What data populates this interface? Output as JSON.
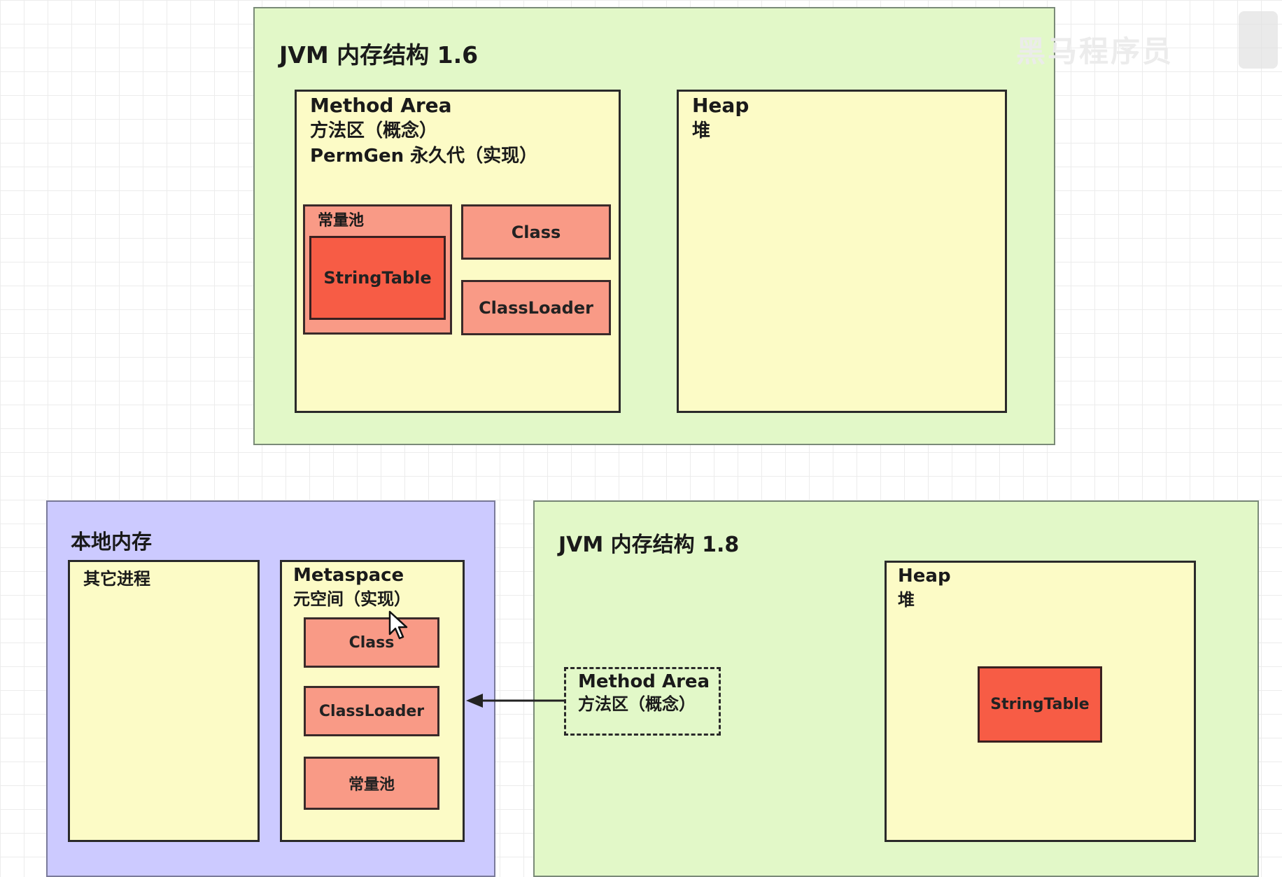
{
  "jvm16": {
    "title": "JVM 内存结构 1.6",
    "method_area": {
      "line1": "Method Area",
      "line2": "方法区（概念）",
      "line3": "PermGen 永久代（实现）"
    },
    "constant_pool": "常量池",
    "string_table": "StringTable",
    "class": "Class",
    "classloader": "ClassLoader",
    "heap": {
      "line1": "Heap",
      "line2": "堆"
    }
  },
  "native_memory": {
    "title": "本地内存",
    "other_process": "其它进程",
    "metaspace": {
      "line1": "Metaspace",
      "line2": "元空间（实现）",
      "class": "Class",
      "classloader": "ClassLoader",
      "constant_pool": "常量池"
    }
  },
  "jvm18": {
    "title": "JVM 内存结构 1.8",
    "method_area": {
      "line1": "Method Area",
      "line2": "方法区（概念）"
    },
    "heap": {
      "line1": "Heap",
      "line2": "堆",
      "string_table": "StringTable"
    }
  },
  "watermark": {
    "text": "黑马程序员"
  },
  "colors": {
    "jvm_panel": "#e2f8c8",
    "native_panel": "#cccaff",
    "region": "#fcfbc6",
    "item": "#f99a86",
    "string_table": "#f75c45"
  }
}
